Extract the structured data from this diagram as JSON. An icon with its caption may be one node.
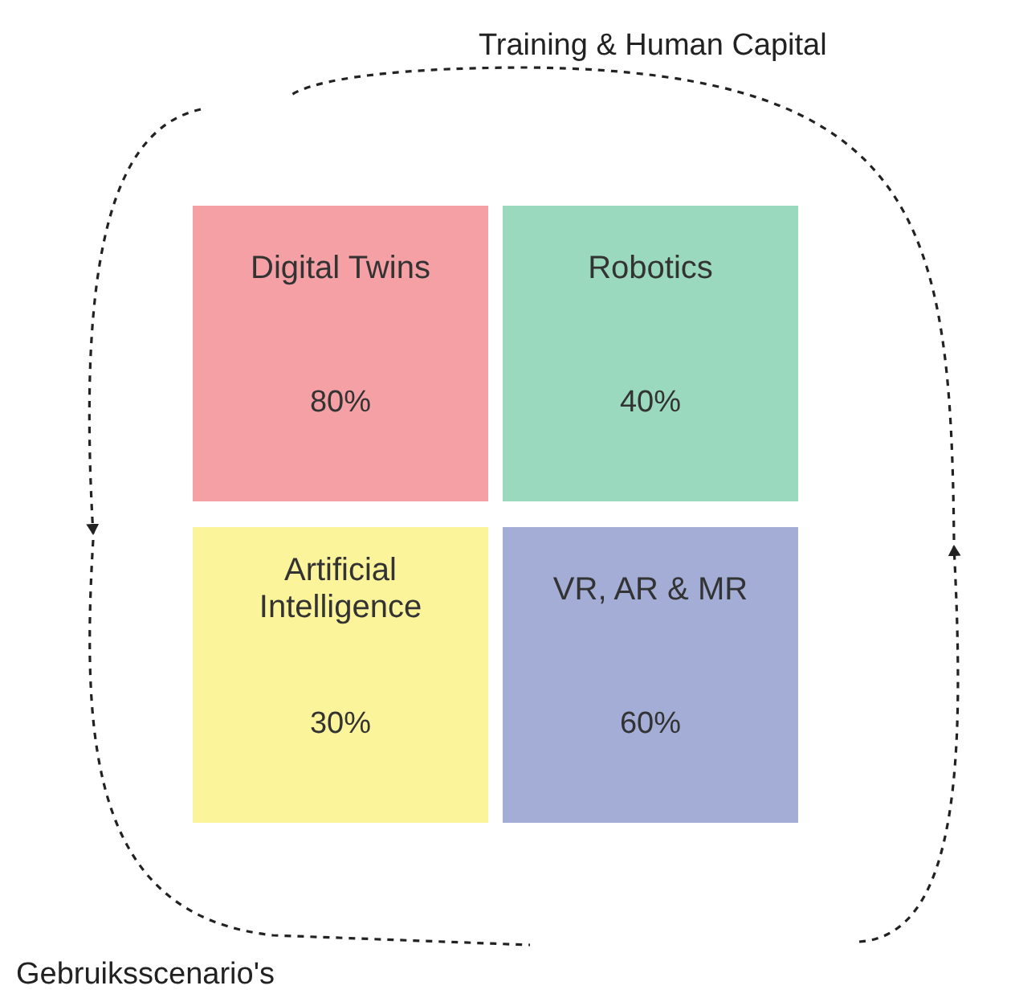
{
  "diagram": {
    "nodes": [
      {
        "text": [
          "Digital Twins",
          "80%"
        ]
      },
      {
        "text": [
          "Robotics",
          "40%"
        ]
      },
      {
        "text": [
          "Artificial Intelligence",
          "30%"
        ]
      },
      {
        "text": [
          "VR, AR & MR",
          "60%"
        ]
      }
    ],
    "labels": [
      "Training & Human Capital",
      "Gebruiksscenario's"
    ]
  }
}
